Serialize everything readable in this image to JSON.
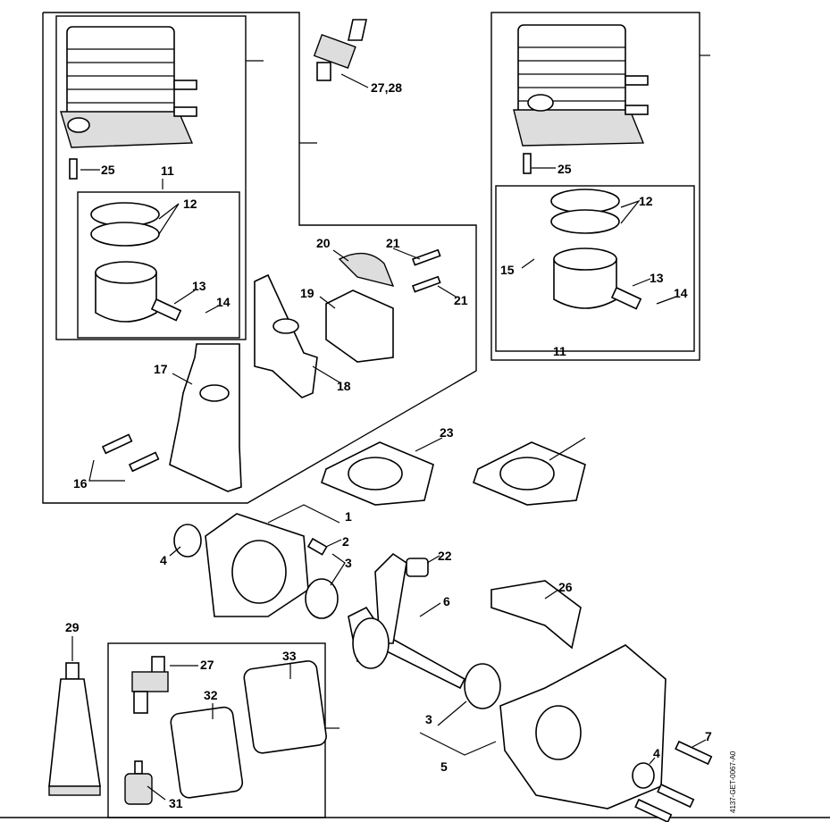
{
  "diagram": {
    "reference_code": "4137-GET-0067-A0",
    "labels": {
      "spark_plug_top": "27,28",
      "screw_left": "25",
      "screw_right": "25",
      "piston_kit_left": "11",
      "piston_kit_right": "11",
      "rings_left": "12",
      "rings_right": "12",
      "pin_left": "13",
      "pin_right": "13",
      "clip_left": "14",
      "clip_right": "14",
      "clip_extra_right": "15",
      "part_20": "20",
      "part_21_top": "21",
      "part_21_bottom": "21",
      "part_19": "19",
      "part_17": "17",
      "part_18": "18",
      "part_16": "16",
      "gasket_23": "23",
      "crankcase_1": "1",
      "part_2": "2",
      "bearing_3_top": "3",
      "bearing_3_bottom": "3",
      "seal_4_left": "4",
      "seal_4_right": "4",
      "needle_cage_22": "22",
      "crankshaft_6": "6",
      "part_26": "26",
      "tube_29": "29",
      "spark_plug_27": "27",
      "filter_33": "33",
      "filter_32": "32",
      "fuel_filter_31": "31",
      "crankcase_5": "5",
      "screw_7": "7"
    }
  }
}
